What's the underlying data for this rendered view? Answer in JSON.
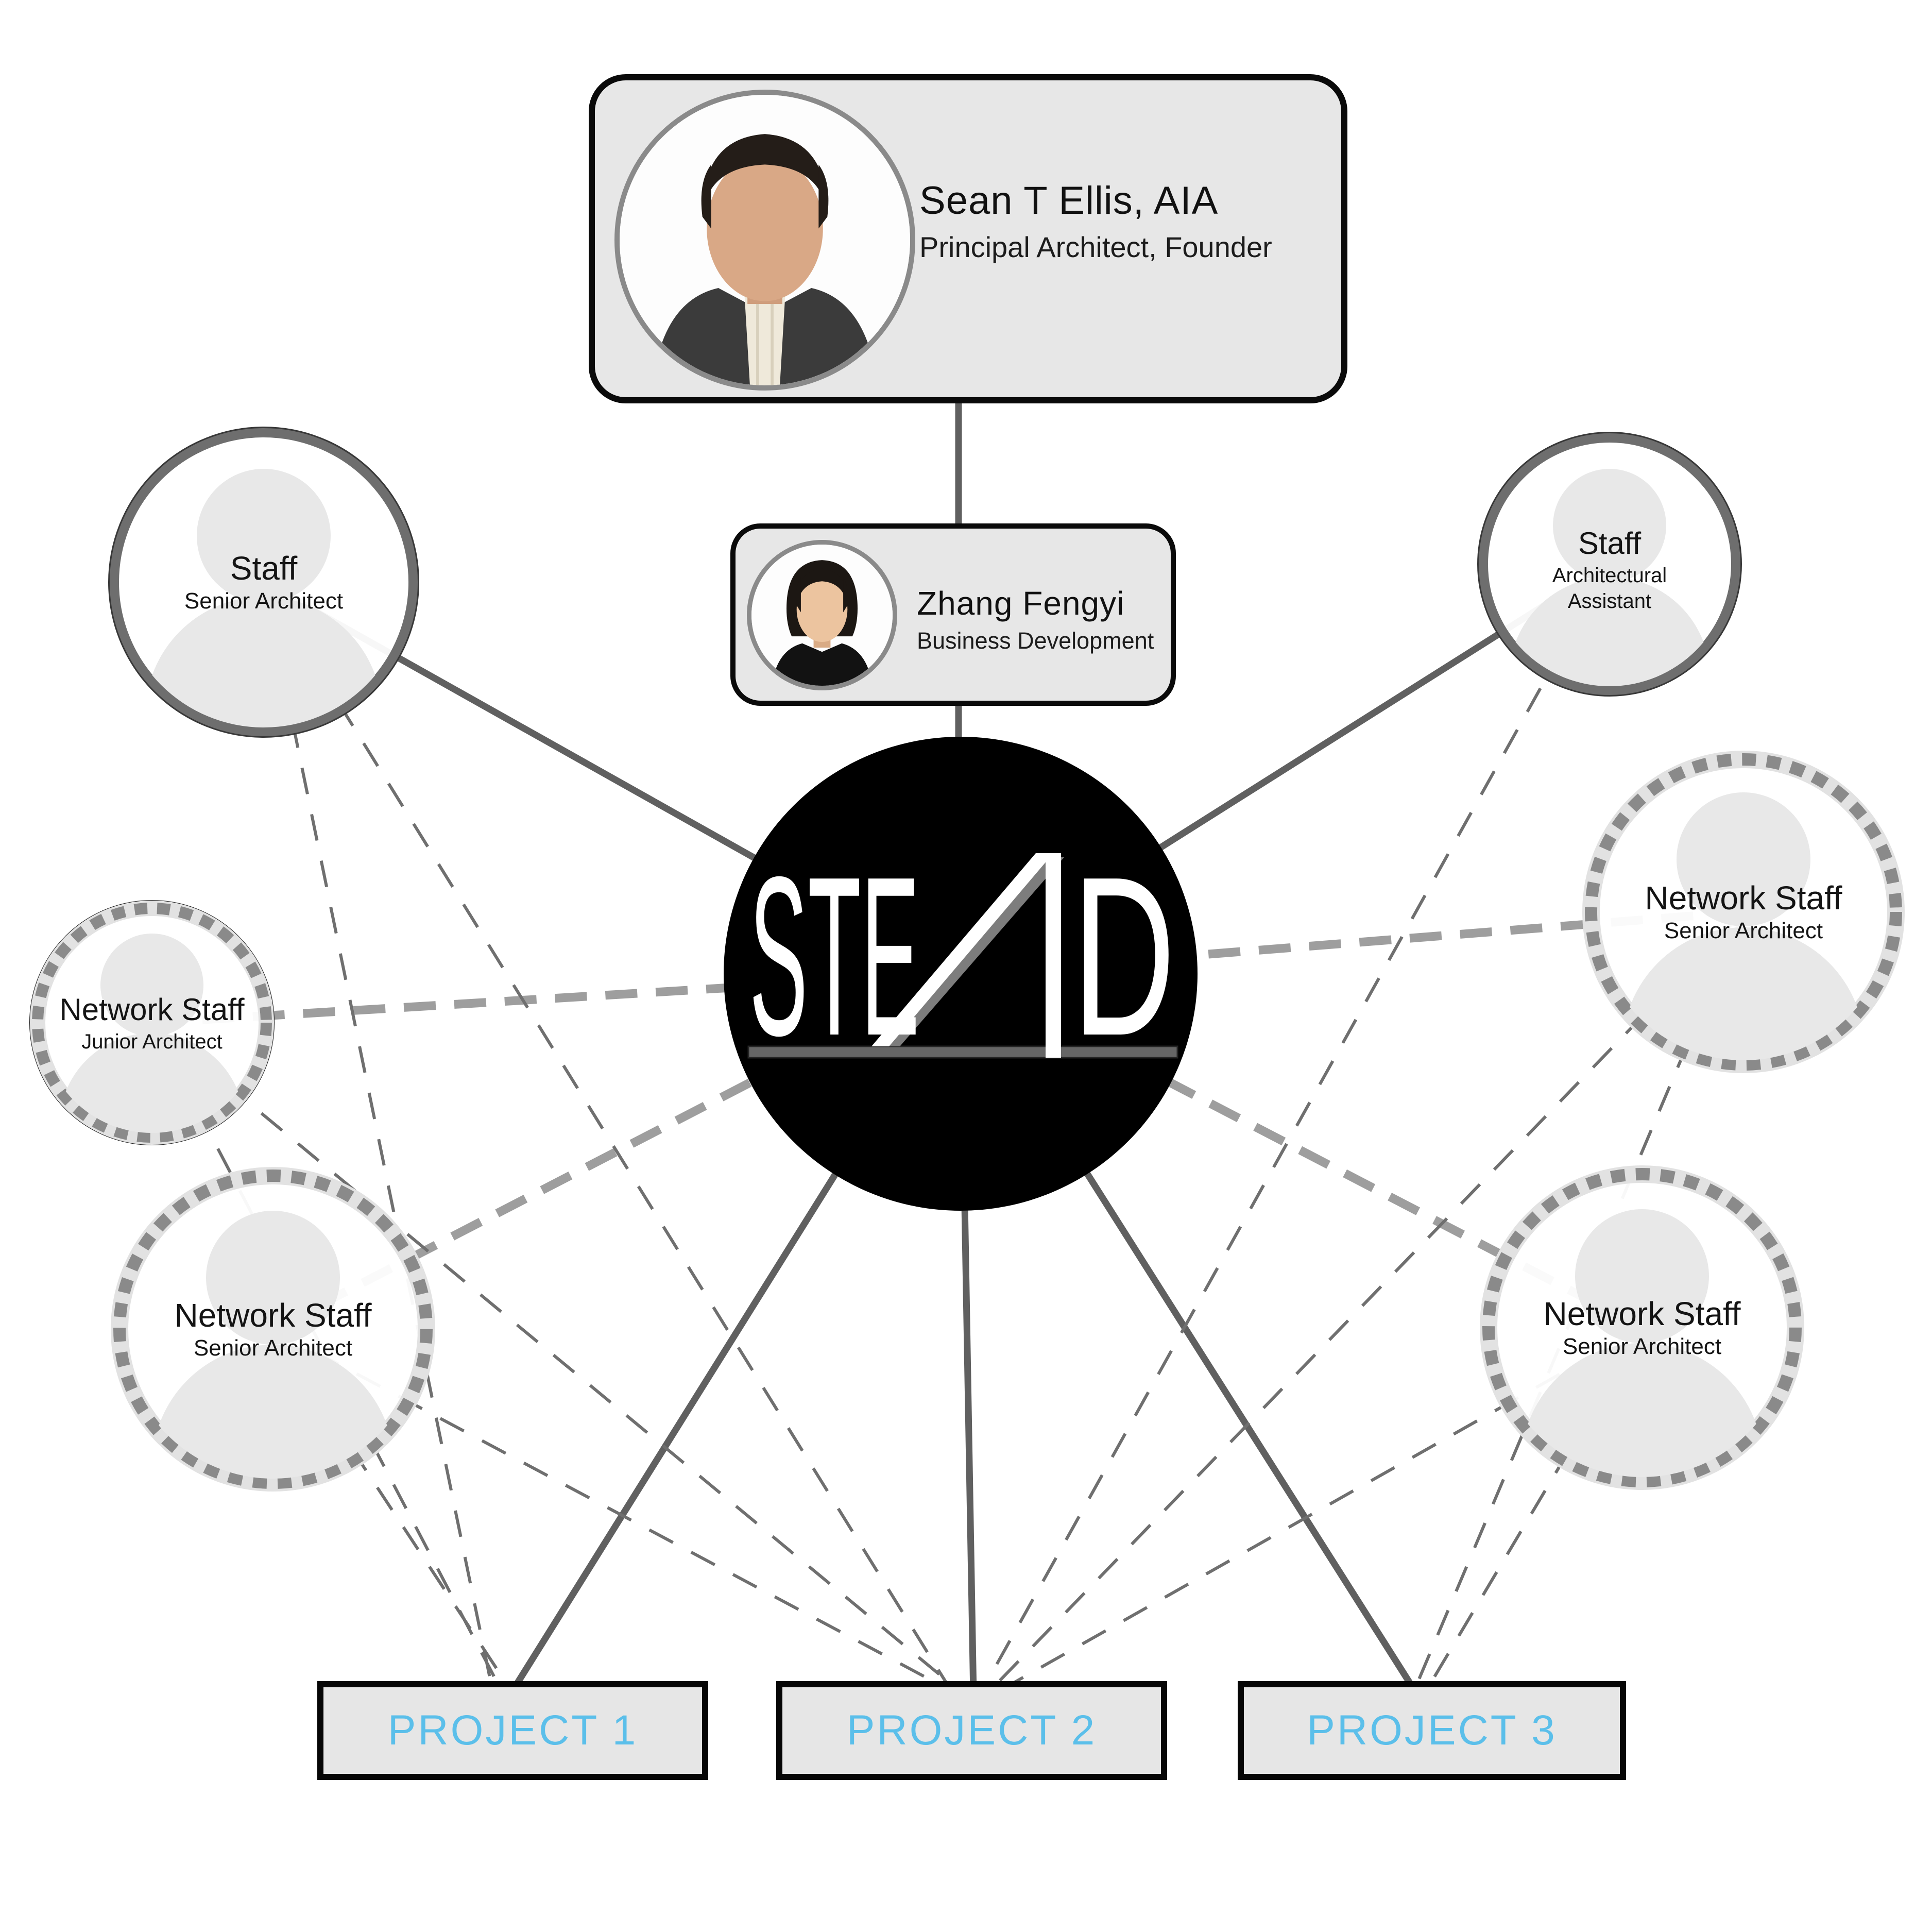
{
  "header_card": {
    "name": "Sean T Ellis, AIA",
    "title": "Principal Architect, Founder"
  },
  "bd_card": {
    "name": "Zhang Fengyi",
    "title": "Business Development"
  },
  "stead": {
    "name": "STEAD",
    "logo_before_a": "STE",
    "logo_after_a": "D"
  },
  "staff_circles": [
    {
      "label": "Staff",
      "role": "Senior Architect",
      "type": "staff",
      "border": "solid"
    },
    {
      "label": "Staff",
      "role": "Architectural Assistant",
      "type": "staff",
      "border": "solid"
    },
    {
      "label": "Network Staff",
      "role": "Junior Architect",
      "type": "network",
      "border": "dotted"
    },
    {
      "label": "Network Staff",
      "role": "Senior Architect",
      "type": "network",
      "border": "dotted"
    },
    {
      "label": "Network Staff",
      "role": "Senior Architect",
      "type": "network",
      "border": "dotted"
    },
    {
      "label": "Network Staff",
      "role": "Senior Architect",
      "type": "network",
      "border": "dotted"
    }
  ],
  "projects": [
    {
      "label": "PROJECT 1"
    },
    {
      "label": "PROJECT 2"
    },
    {
      "label": "PROJECT 3"
    }
  ],
  "colors": {
    "accent_blue": "#5bbfea",
    "card_bg": "#e7e7e7",
    "stead_bg": "#000000",
    "line_solid": "#606060",
    "line_dashed_thick": "#9e9e9e",
    "line_dashed_thin": "#6f6f6f",
    "circle_border": "#6e6e6e",
    "underline_gray": "#666666"
  }
}
